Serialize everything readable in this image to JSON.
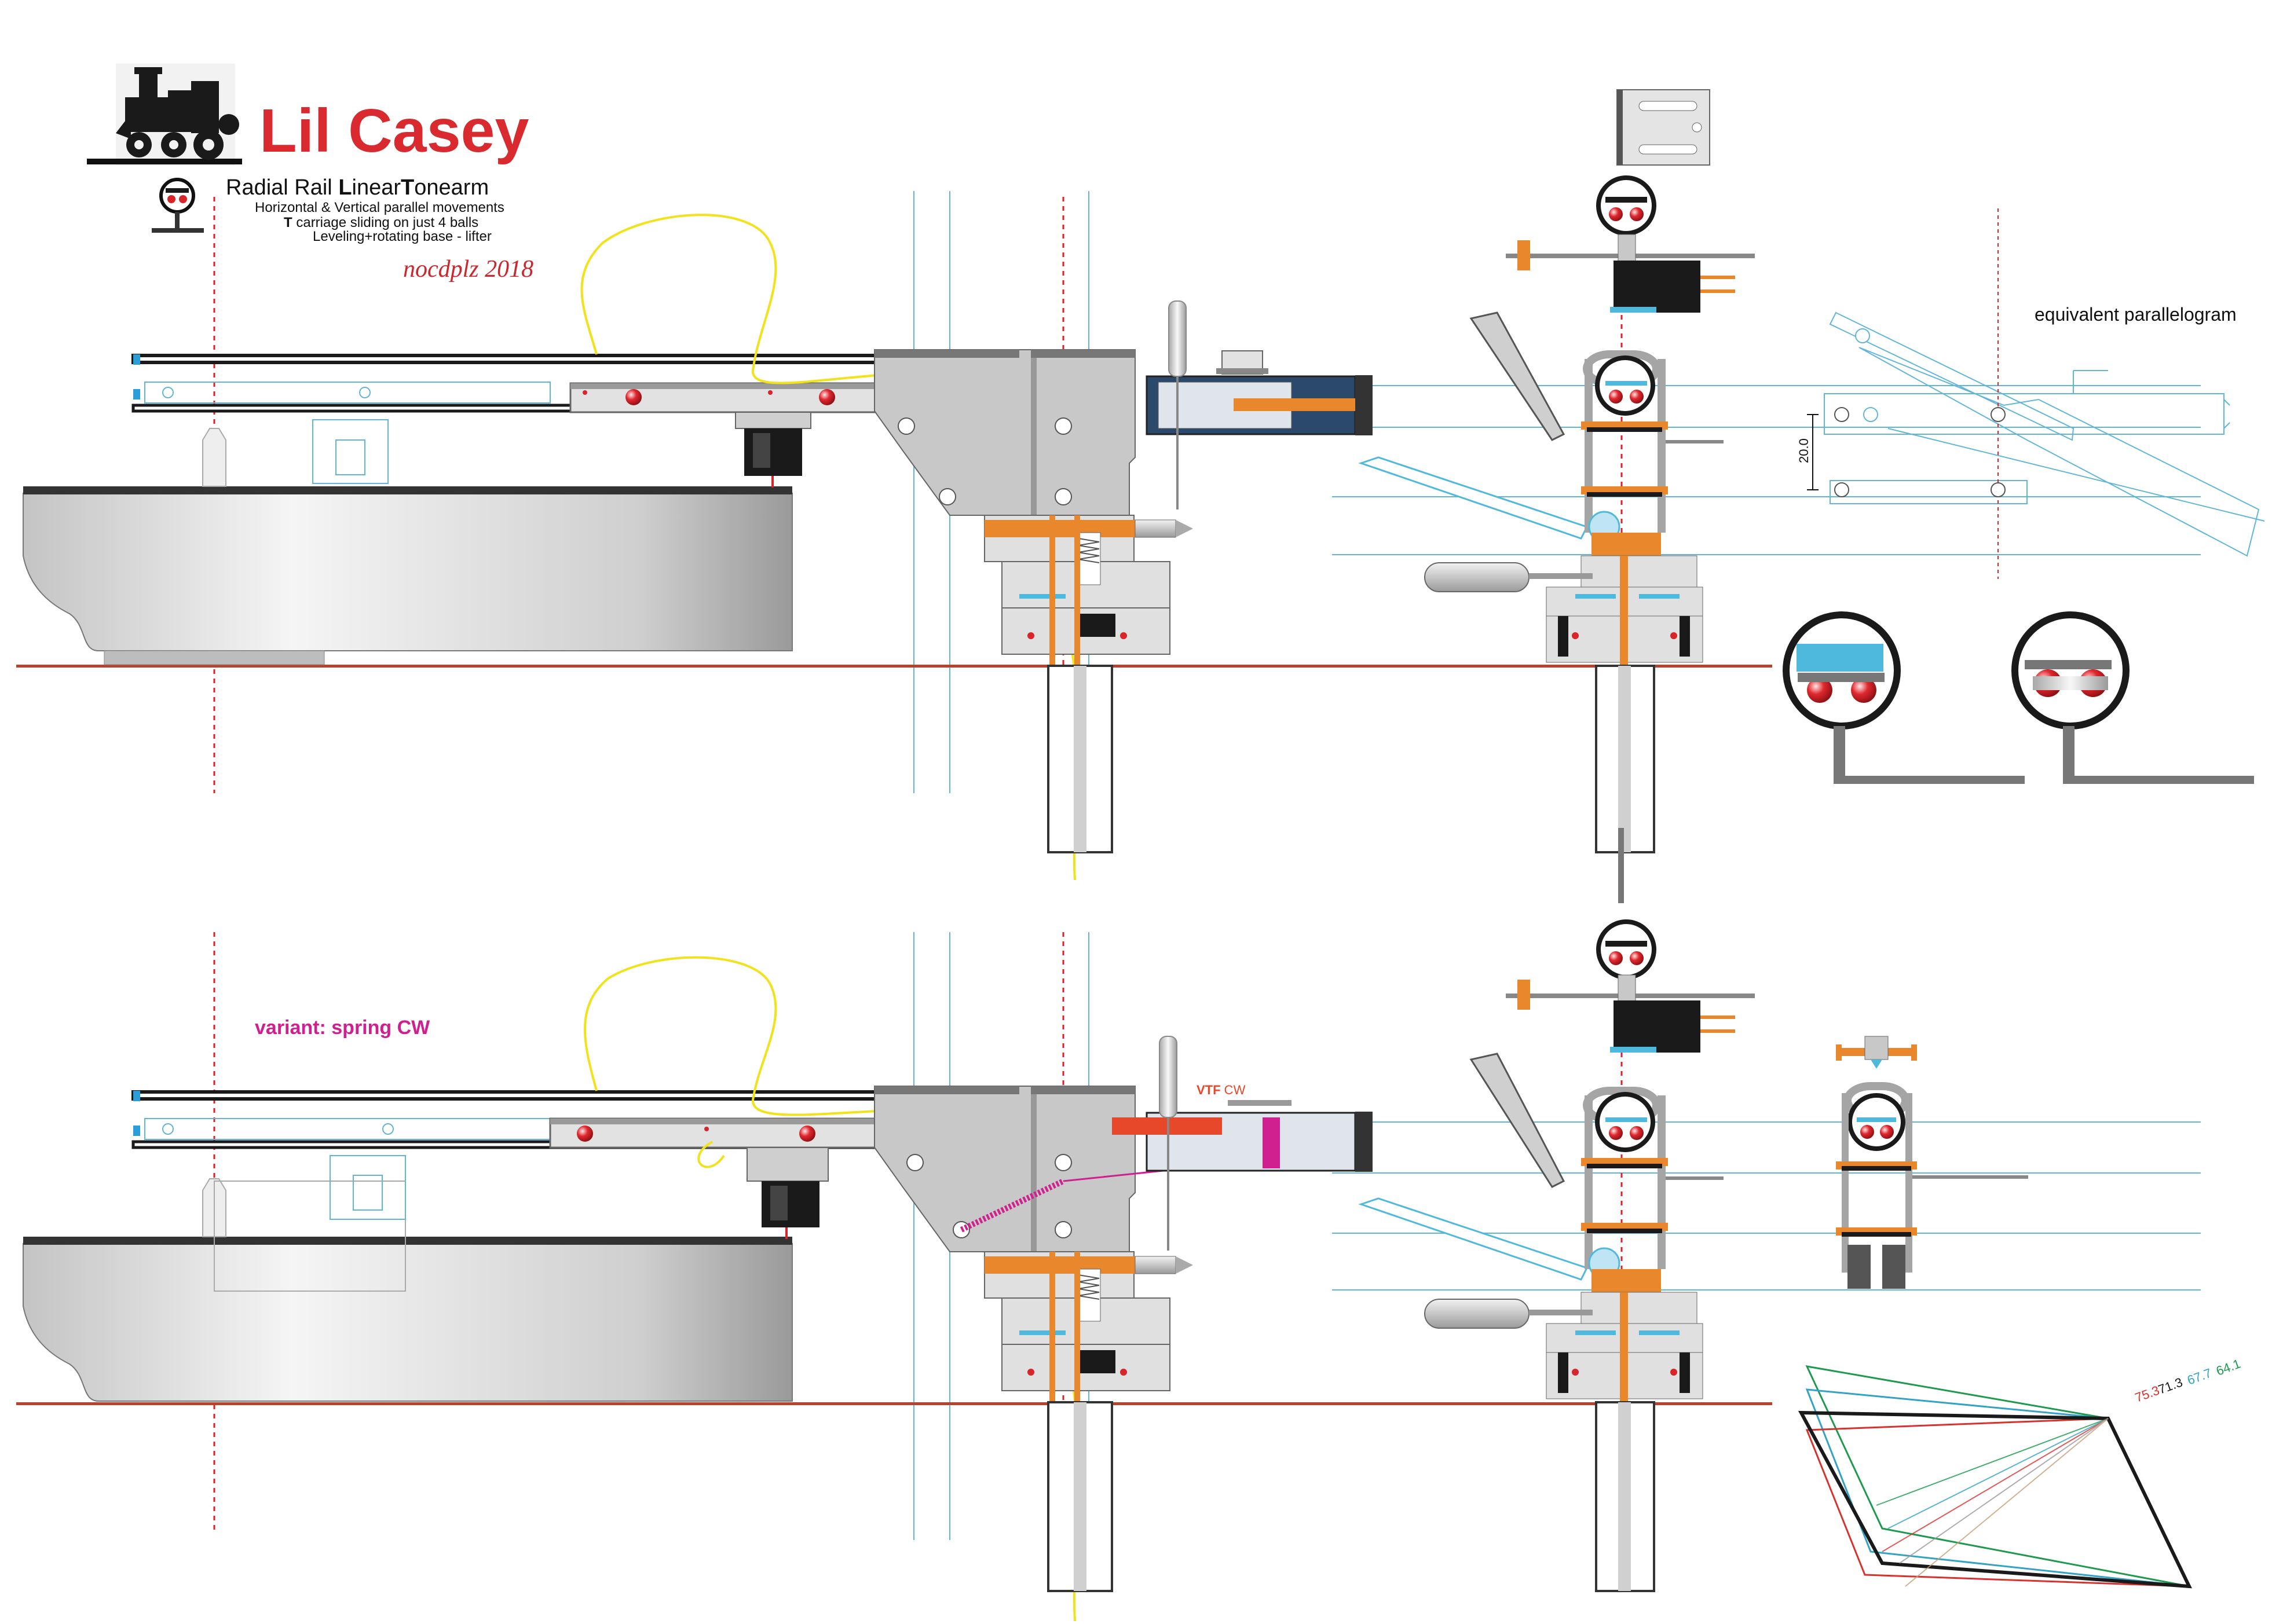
{
  "title": "Lil Casey",
  "subtitle_parts": {
    "p1": "Radial Rail ",
    "p2": "L",
    "p3": "inear",
    "p4": "T",
    "p5": "onearm"
  },
  "features": [
    "Horizontal & Vertical parallel movements",
    "carriage sliding on just 4 balls",
    "Leveling+rotating base -  lifter"
  ],
  "feature_t": "T",
  "signature": "nocdplz 2018",
  "equivalent_label": "equivalent parallelogram",
  "dimension_label": "20.0",
  "variant_label": "variant: spring CW",
  "vtf_bold": "VTF",
  "vtf_dir": " CW",
  "angles": [
    "75.3",
    "71.3",
    "67.7",
    "64.1"
  ],
  "colors": {
    "title_red": "#d92a2f",
    "ground_line": "#b8432a",
    "guide_blue": "#61b6d8",
    "arm_outline": "#1a1a1a",
    "cable_yellow": "#f1e21a",
    "orange_part": "#e8872b",
    "ball_red": "#d9252a",
    "pad_blue": "#4fb8dd",
    "variant_magenta": "#d0208f",
    "vtf_red": "#e8482a",
    "angle_green": "#1d9a4e",
    "angle_teal": "#33a2c4",
    "angle_red": "#d6332e"
  }
}
